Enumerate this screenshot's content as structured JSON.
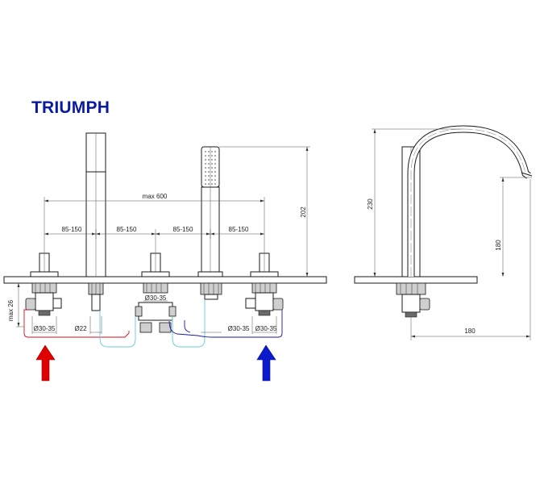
{
  "title": "TRIUMPH",
  "dimensions": {
    "max_600": "max 600",
    "spacing_1": "85-150",
    "spacing_2": "85-150",
    "spacing_3": "85-150",
    "spacing_4": "85-150",
    "height_202": "202",
    "max_26": "max 26",
    "hole_1": "Ø30-35",
    "hole_2": "Ø22",
    "hole_3": "Ø30-35",
    "hole_4": "Ø30-35",
    "hole_5": "Ø30-35",
    "height_230": "230",
    "height_180": "180",
    "length_180": "180"
  },
  "colors": {
    "title": "#0a1a9e",
    "hot_arrow": "#e00000",
    "cold_arrow": "#0a1acc",
    "hot_pipe": "#d0101a",
    "cold_pipe": "#1a1aa0",
    "mix_pipe": "#66c8dd"
  },
  "icons": {
    "hot_arrow": "arrow-up-red",
    "cold_arrow": "arrow-up-blue"
  }
}
